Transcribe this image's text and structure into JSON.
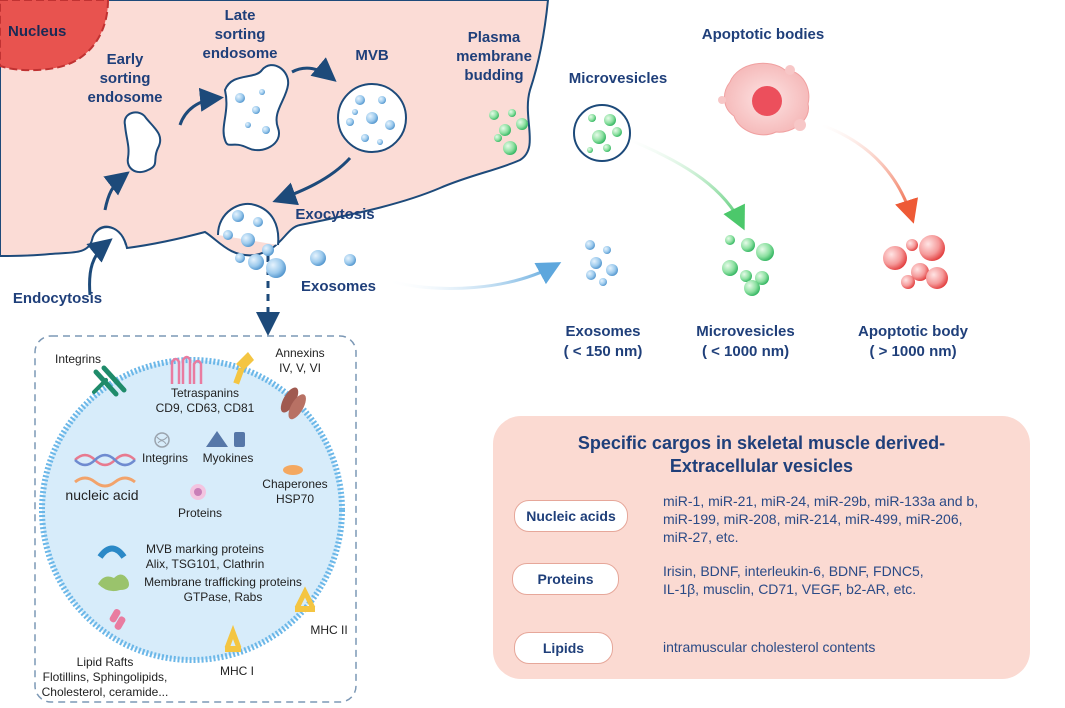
{
  "labels": {
    "nucleus": "Nucleus",
    "early_sorting": [
      "Early",
      "sorting",
      "endosome"
    ],
    "late_sorting": [
      "Late",
      "sorting",
      "endosome"
    ],
    "mvb": "MVB",
    "plasma_budding": [
      "Plasma",
      "membrane",
      "budding"
    ],
    "microvesicles_top": "Microvesicles",
    "apoptotic_bodies": "Apoptotic bodies",
    "exocytosis": "Exocytosis",
    "exosomes_flow": "Exosomes",
    "endocytosis": "Endocytosis"
  },
  "sizes": [
    {
      "name": "Exosomes",
      "size": "( < 150 nm)"
    },
    {
      "name": "Microvesicles",
      "size": "( < 1000 nm)"
    },
    {
      "name": "Apoptotic body",
      "size": "( > 1000 nm)"
    }
  ],
  "exosome_components": {
    "integrins_top": "Integrins",
    "tetraspanins": [
      "Tetraspanins",
      "CD9, CD63, CD81"
    ],
    "annexins": [
      "Annexins",
      "IV, V, VI"
    ],
    "integrins_inner": "Integrins",
    "myokines": "Myokines",
    "nucleic_acid": "nucleic acid",
    "chaperones": [
      "Chaperones",
      "HSP70"
    ],
    "proteins": "Proteins",
    "mvb_marking": [
      "MVB marking proteins",
      "Alix, TSG101, Clathrin"
    ],
    "membrane_trafficking": [
      "Membrane trafficking proteins",
      "GTPase, Rabs"
    ],
    "mhc2": "MHC II",
    "mhc1": "MHC I",
    "lipid_rafts": [
      "Lipid Rafts",
      "Flotillins, Sphingolipids,",
      "Cholesterol, ceramide..."
    ]
  },
  "cargo": {
    "title": [
      "Specific cargos in skeletal muscle derived-",
      "Extracellular vesicles"
    ],
    "rows": [
      {
        "category": "Nucleic acids",
        "items": [
          "miR-1, miR-21, miR-24, miR-29b, miR-133a and b,",
          "miR-199, miR-208, miR-214, miR-499, miR-206,",
          "miR-27, etc."
        ]
      },
      {
        "category": "Proteins",
        "items": [
          "Irisin, BDNF,  interleukin-6, BDNF, FDNC5,",
          "IL-1β, musclin, CD71, VEGF, b2-AR, etc."
        ]
      },
      {
        "category": "Lipids",
        "items": [
          "intramuscular cholesterol contents"
        ]
      }
    ]
  },
  "colors": {
    "cell_fill": "#fbdcd6",
    "cell_stroke": "#1d4a7a",
    "nucleus": "#e8534f",
    "arrow_blue": "#1d4a7a",
    "exosome_blue": "#8fc3e8",
    "microvesicle_green": "#35c46a",
    "apoptotic_red": "#ea4a4a",
    "panel_fill": "#fbdad2"
  }
}
